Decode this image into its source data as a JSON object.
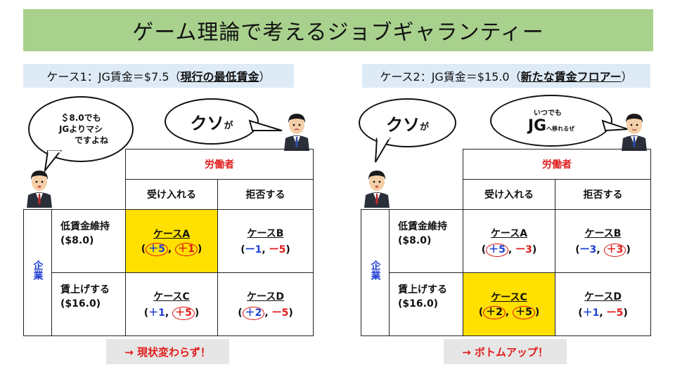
{
  "title": "ゲーム理論で考えるジョブギャランティー",
  "case1": {
    "heading_plain": "ケース1：JG賃金＝$7.5（",
    "heading_bold": "現行の最低賃金",
    "heading_close": "）",
    "bubble_left": [
      "＄8.0でも",
      "JGよりマシ",
      "ですよね"
    ],
    "bubble_right_main": "クソ",
    "bubble_right_small": "が",
    "matrix": {
      "worker": "労働者",
      "accept": "受け入れる",
      "reject": "拒否する",
      "firm": "企業",
      "row1": [
        "低賃金維持",
        "($8.0)"
      ],
      "row2": [
        "賃上げする",
        "($16.0)"
      ],
      "A": {
        "name": "ケースA",
        "p1": "＋5",
        "p2": "＋1"
      },
      "B": {
        "name": "ケースB",
        "p1": "ー1",
        "p2": "ー5"
      },
      "C": {
        "name": "ケースC",
        "p1": "＋1",
        "p2": "＋5"
      },
      "D": {
        "name": "ケースD",
        "p1": "＋2",
        "p2": "ー5"
      }
    },
    "result": "→ 現状変わらず！"
  },
  "case2": {
    "heading_plain": "ケース2：JG賃金＝$15.0（",
    "heading_bold": "新たな賃金フロアー",
    "heading_close": "）",
    "bubble_left_main": "クソ",
    "bubble_left_small": "が",
    "bubble_right_top": "いつでも",
    "bubble_right_main": "JG",
    "bubble_right_small": "へ移れるぜ",
    "matrix": {
      "worker": "労働者",
      "accept": "受け入れる",
      "reject": "拒否する",
      "firm": "企業",
      "row1": [
        "低賃金維持",
        "($8.0)"
      ],
      "row2": [
        "賃上げする",
        "($16.0)"
      ],
      "A": {
        "name": "ケースA",
        "p1": "＋5",
        "p2": "ー3"
      },
      "B": {
        "name": "ケースB",
        "p1": "ー3",
        "p2": "＋3"
      },
      "C": {
        "name": "ケースC",
        "p1": "＋2",
        "p2": "＋5"
      },
      "D": {
        "name": "ケースD",
        "p1": "＋1",
        "p2": "ー5"
      }
    },
    "result": "→ ボトムアップ！"
  },
  "colors": {
    "title_bg": "#a9d18e",
    "case_bg": "#deebf7",
    "highlight": "#ffe000",
    "red": "#e01c1c",
    "blue": "#1f3fd4",
    "result_bg": "#e7e6e6"
  }
}
